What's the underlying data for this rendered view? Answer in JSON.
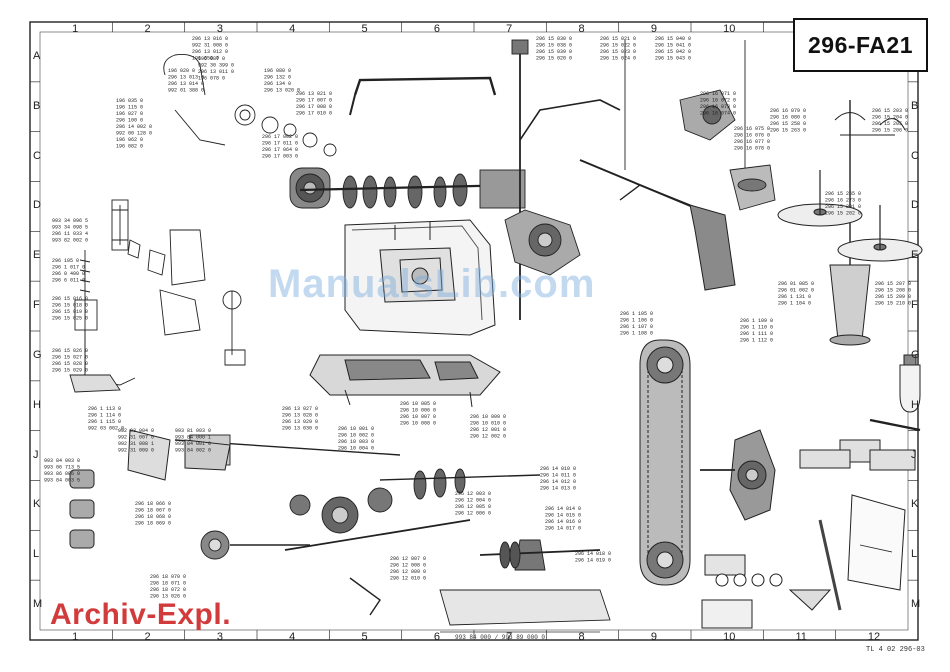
{
  "title": "296-FA21",
  "watermark": "ManualsLib.com",
  "stamp": "Archiv-Expl.",
  "footer_code": "TL 4 02 296-03",
  "bottom_ref": "993 84 000 / 993 89 000 0",
  "grid": {
    "columns": [
      "1",
      "2",
      "3",
      "4",
      "5",
      "6",
      "7",
      "8",
      "9",
      "10",
      "11",
      "12"
    ],
    "rows": [
      "A",
      "B",
      "C",
      "D",
      "E",
      "F",
      "G",
      "H",
      "J",
      "K",
      "L",
      "M"
    ]
  },
  "part_numbers": [
    "296 13 016 0",
    "992 31 008 0",
    "296 13 012 0",
    "196 050 0",
    "196 020 0",
    "296 13 013 0",
    "296 13 014 0",
    "992 01 388 0",
    "196 035 0",
    "196 115 0",
    "196 027 0",
    "296 100 0",
    "296 14 002 0",
    "992 00 128 0",
    "196 062 0",
    "196 082 0",
    "196 087 0",
    "992 30 399 0",
    "296 13 011 0",
    "196 078 0",
    "196 080 0",
    "296 132 0",
    "296 134 0",
    "296 13 020 0",
    "296 13 021 0",
    "296 17 007 0",
    "296 17 008 0",
    "296 17 010 0",
    "296 17 002 0",
    "296 17 011 0",
    "296 17 064 0",
    "296 17 003 0",
    "993 34 096 5",
    "993 34 098 5",
    "296 11 033 4",
    "993 82 002 0",
    "296 105 0",
    "296 1 017 0",
    "296 0 400 0",
    "296 6 011 0",
    "296 15 016 0",
    "296 15 018 0",
    "296 15 019 0",
    "296 15 025 0",
    "296 15 026 0",
    "296 15 027 0",
    "296 15 028 0",
    "296 15 029 0",
    "296 15 030 0",
    "296 15 038 0",
    "296 15 039 0",
    "296 15 020 0",
    "296 15 021 0",
    "296 15 022 0",
    "296 15 023 0",
    "296 15 024 0",
    "296 15 040 0",
    "296 15 041 0",
    "296 15 042 0",
    "296 15 043 0",
    "296 16 071 0",
    "296 16 072 0",
    "296 16 073 0",
    "296 16 074 0",
    "296 16 075 0",
    "296 16 076 0",
    "296 16 077 0",
    "296 16 078 0",
    "296 16 079 0",
    "296 16 080 0",
    "296 15 258 0",
    "296 15 263 0",
    "296 15 265 0",
    "296 16 273 0",
    "296 15 201 0",
    "296 15 202 0",
    "296 15 203 0",
    "296 15 204 0",
    "296 15 205 0",
    "296 15 206 0",
    "296 15 207 0",
    "296 15 208 0",
    "296 15 209 0",
    "296 15 210 0",
    "296 01 085 0",
    "296 01 002 0",
    "296 1 131 0",
    "296 1 104 0",
    "296 1 105 0",
    "296 1 106 0",
    "296 1 107 0",
    "296 1 108 0",
    "296 1 109 0",
    "296 1 110 0",
    "296 1 111 0",
    "296 1 112 0",
    "296 1 113 0",
    "296 1 114 0",
    "296 1 115 0",
    "992 03 002 0",
    "992 03 004 0",
    "992 31 007 0",
    "992 31 008 1",
    "992 31 009 0",
    "993 81 003 0",
    "993 84 000 1",
    "993 84 001 0",
    "993 84 002 0",
    "993 84 003 0",
    "993 06 713 5",
    "993 86 086 0",
    "993 84 003 5",
    "296 18 066 0",
    "296 18 067 0",
    "296 18 068 0",
    "296 18 069 0",
    "296 18 070 0",
    "296 18 071 0",
    "296 18 072 0",
    "296 13 026 0",
    "296 13 027 0",
    "296 13 028 0",
    "296 13 029 0",
    "296 13 030 0",
    "296 10 001 0",
    "296 10 002 0",
    "296 10 003 0",
    "296 10 004 0",
    "296 10 005 0",
    "296 10 006 0",
    "296 10 007 0",
    "296 10 008 0",
    "296 10 009 0",
    "296 10 010 0",
    "296 12 001 0",
    "296 12 002 0",
    "296 12 003 0",
    "296 12 004 0",
    "296 12 005 0",
    "296 12 006 0",
    "296 12 007 0",
    "296 12 008 0",
    "296 12 009 0",
    "296 12 010 0",
    "296 14 010 0",
    "296 14 011 0",
    "296 14 012 0",
    "296 14 013 0",
    "296 14 014 0",
    "296 14 015 0",
    "296 14 016 0",
    "296 14 017 0",
    "296 14 018 0",
    "296 14 019 0"
  ]
}
